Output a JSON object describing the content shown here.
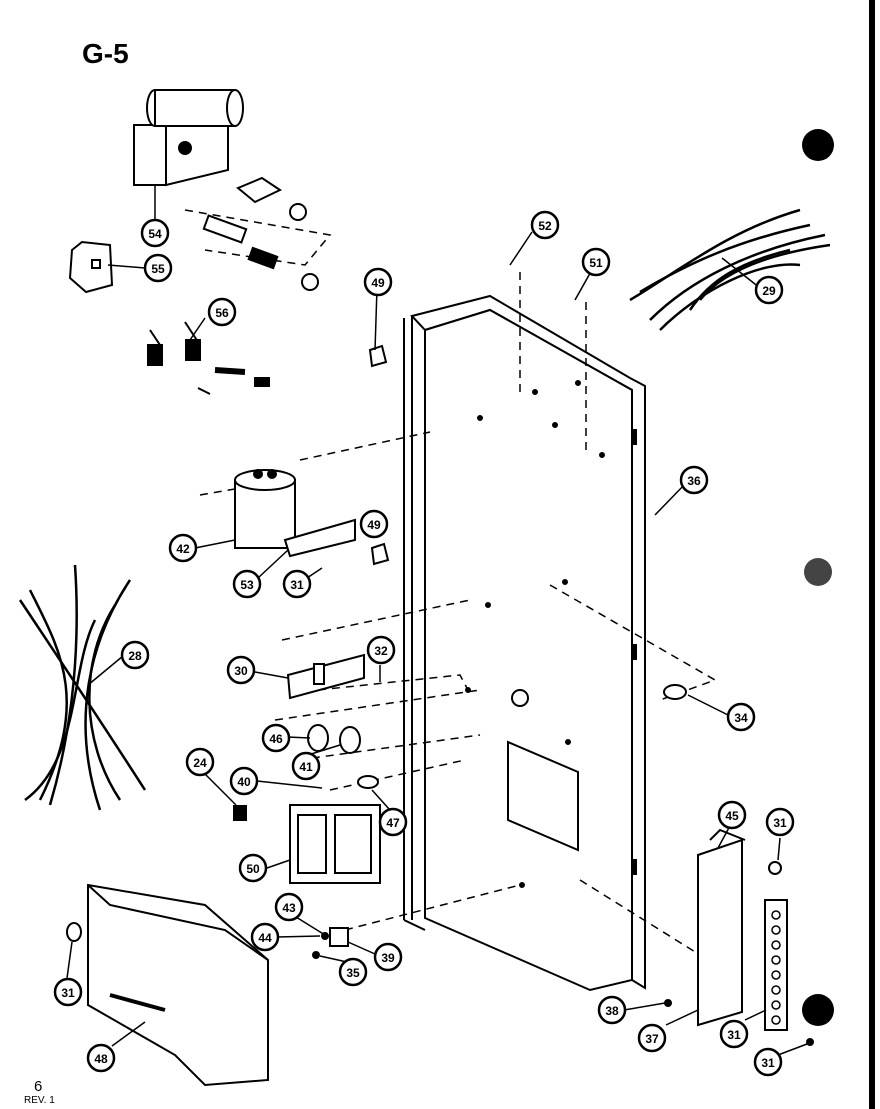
{
  "title": "G-5",
  "page_number": "6",
  "revision": "REV. 1",
  "callouts": [
    "54",
    "55",
    "56",
    "52",
    "51",
    "49",
    "29",
    "36",
    "42",
    "53",
    "31",
    "28",
    "30",
    "32",
    "34",
    "46",
    "41",
    "24",
    "40",
    "47",
    "50",
    "45",
    "31",
    "43",
    "44",
    "39",
    "35",
    "31",
    "48",
    "38",
    "37",
    "31",
    "31",
    "49"
  ]
}
